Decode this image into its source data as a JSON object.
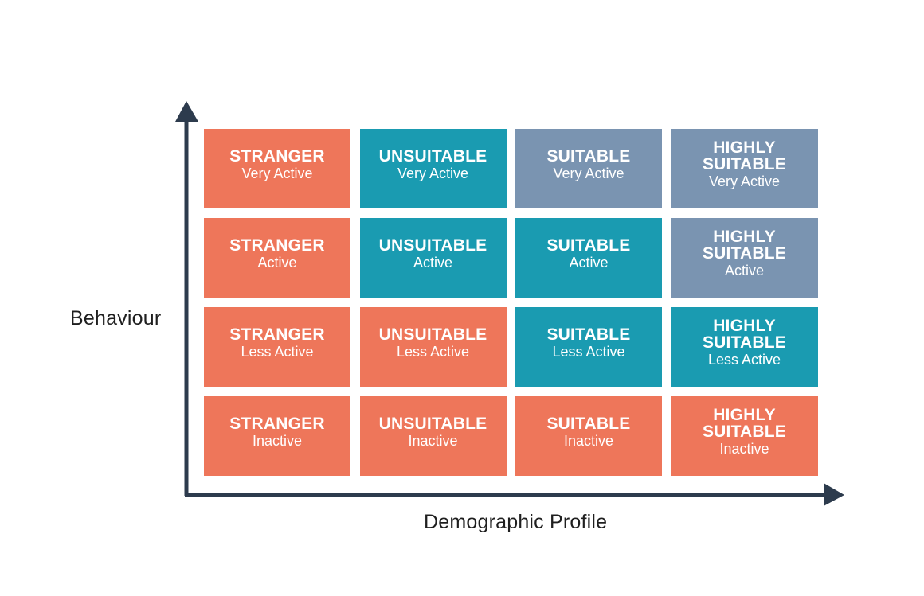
{
  "colors": {
    "orange": "#ee765a",
    "teal": "#1a9bb1",
    "gray_blue": "#7a94b1",
    "axis": "#2d3b4d"
  },
  "axes": {
    "y_label": "Behaviour",
    "x_label": "Demographic Profile"
  },
  "rows": [
    {
      "cells": [
        {
          "title": "STRANGER",
          "subtitle": "Very Active",
          "color": "orange"
        },
        {
          "title": "UNSUITABLE",
          "subtitle": "Very Active",
          "color": "teal"
        },
        {
          "title": "SUITABLE",
          "subtitle": "Very Active",
          "color": "gray_blue"
        },
        {
          "title": "HIGHLY SUITABLE",
          "subtitle": "Very Active",
          "color": "gray_blue"
        }
      ]
    },
    {
      "cells": [
        {
          "title": "STRANGER",
          "subtitle": "Active",
          "color": "orange"
        },
        {
          "title": "UNSUITABLE",
          "subtitle": "Active",
          "color": "teal"
        },
        {
          "title": "SUITABLE",
          "subtitle": "Active",
          "color": "teal"
        },
        {
          "title": "HIGHLY SUITABLE",
          "subtitle": "Active",
          "color": "gray_blue"
        }
      ]
    },
    {
      "cells": [
        {
          "title": "STRANGER",
          "subtitle": "Less Active",
          "color": "orange"
        },
        {
          "title": "UNSUITABLE",
          "subtitle": "Less Active",
          "color": "orange"
        },
        {
          "title": "SUITABLE",
          "subtitle": "Less Active",
          "color": "teal"
        },
        {
          "title": "HIGHLY SUITABLE",
          "subtitle": "Less Active",
          "color": "teal"
        }
      ]
    },
    {
      "cells": [
        {
          "title": "STRANGER",
          "subtitle": "Inactive",
          "color": "orange"
        },
        {
          "title": "UNSUITABLE",
          "subtitle": "Inactive",
          "color": "orange"
        },
        {
          "title": "SUITABLE",
          "subtitle": "Inactive",
          "color": "orange"
        },
        {
          "title": "HIGHLY SUITABLE",
          "subtitle": "Inactive",
          "color": "orange"
        }
      ]
    }
  ]
}
